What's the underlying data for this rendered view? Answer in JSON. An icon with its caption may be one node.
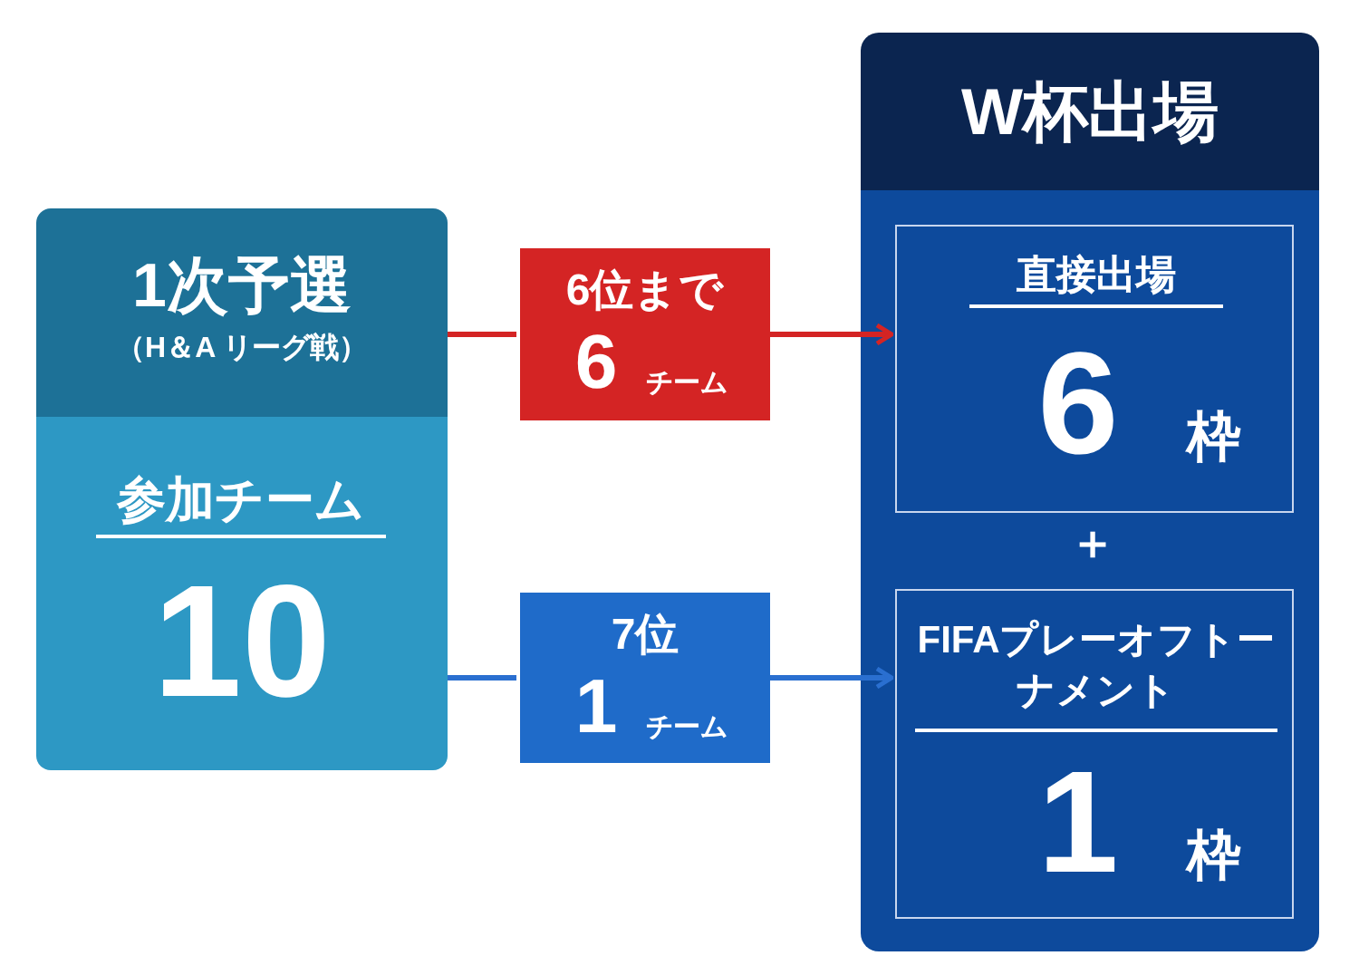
{
  "diagram": {
    "nodes": [
      {
        "text": [
          "1次予選",
          "（H＆A リーグ戦）",
          "参加チーム",
          "10"
        ]
      },
      {
        "text": [
          "6位まで",
          "6",
          "チーム"
        ]
      },
      {
        "text": [
          "7位",
          "1",
          "チーム"
        ]
      },
      {
        "text": [
          "W杯出場"
        ]
      },
      {
        "text": [
          "直接出場",
          "6",
          "枠"
        ],
        "in": 3
      },
      {
        "text": [
          "FIFAプレーオフトーナメント",
          "1",
          "枠"
        ],
        "in": 3
      }
    ],
    "edges": [
      {
        "from": 0,
        "to": 1,
        "arrow": "none",
        "color": "#d42424"
      },
      {
        "from": 1,
        "to": 4,
        "arrow": "to",
        "color": "#d42424"
      },
      {
        "from": 0,
        "to": 2,
        "arrow": "none",
        "color": "#2a6fd0"
      },
      {
        "from": 2,
        "to": 5,
        "arrow": "to",
        "color": "#2a6fd0"
      }
    ],
    "labels": [
      "＋"
    ]
  }
}
